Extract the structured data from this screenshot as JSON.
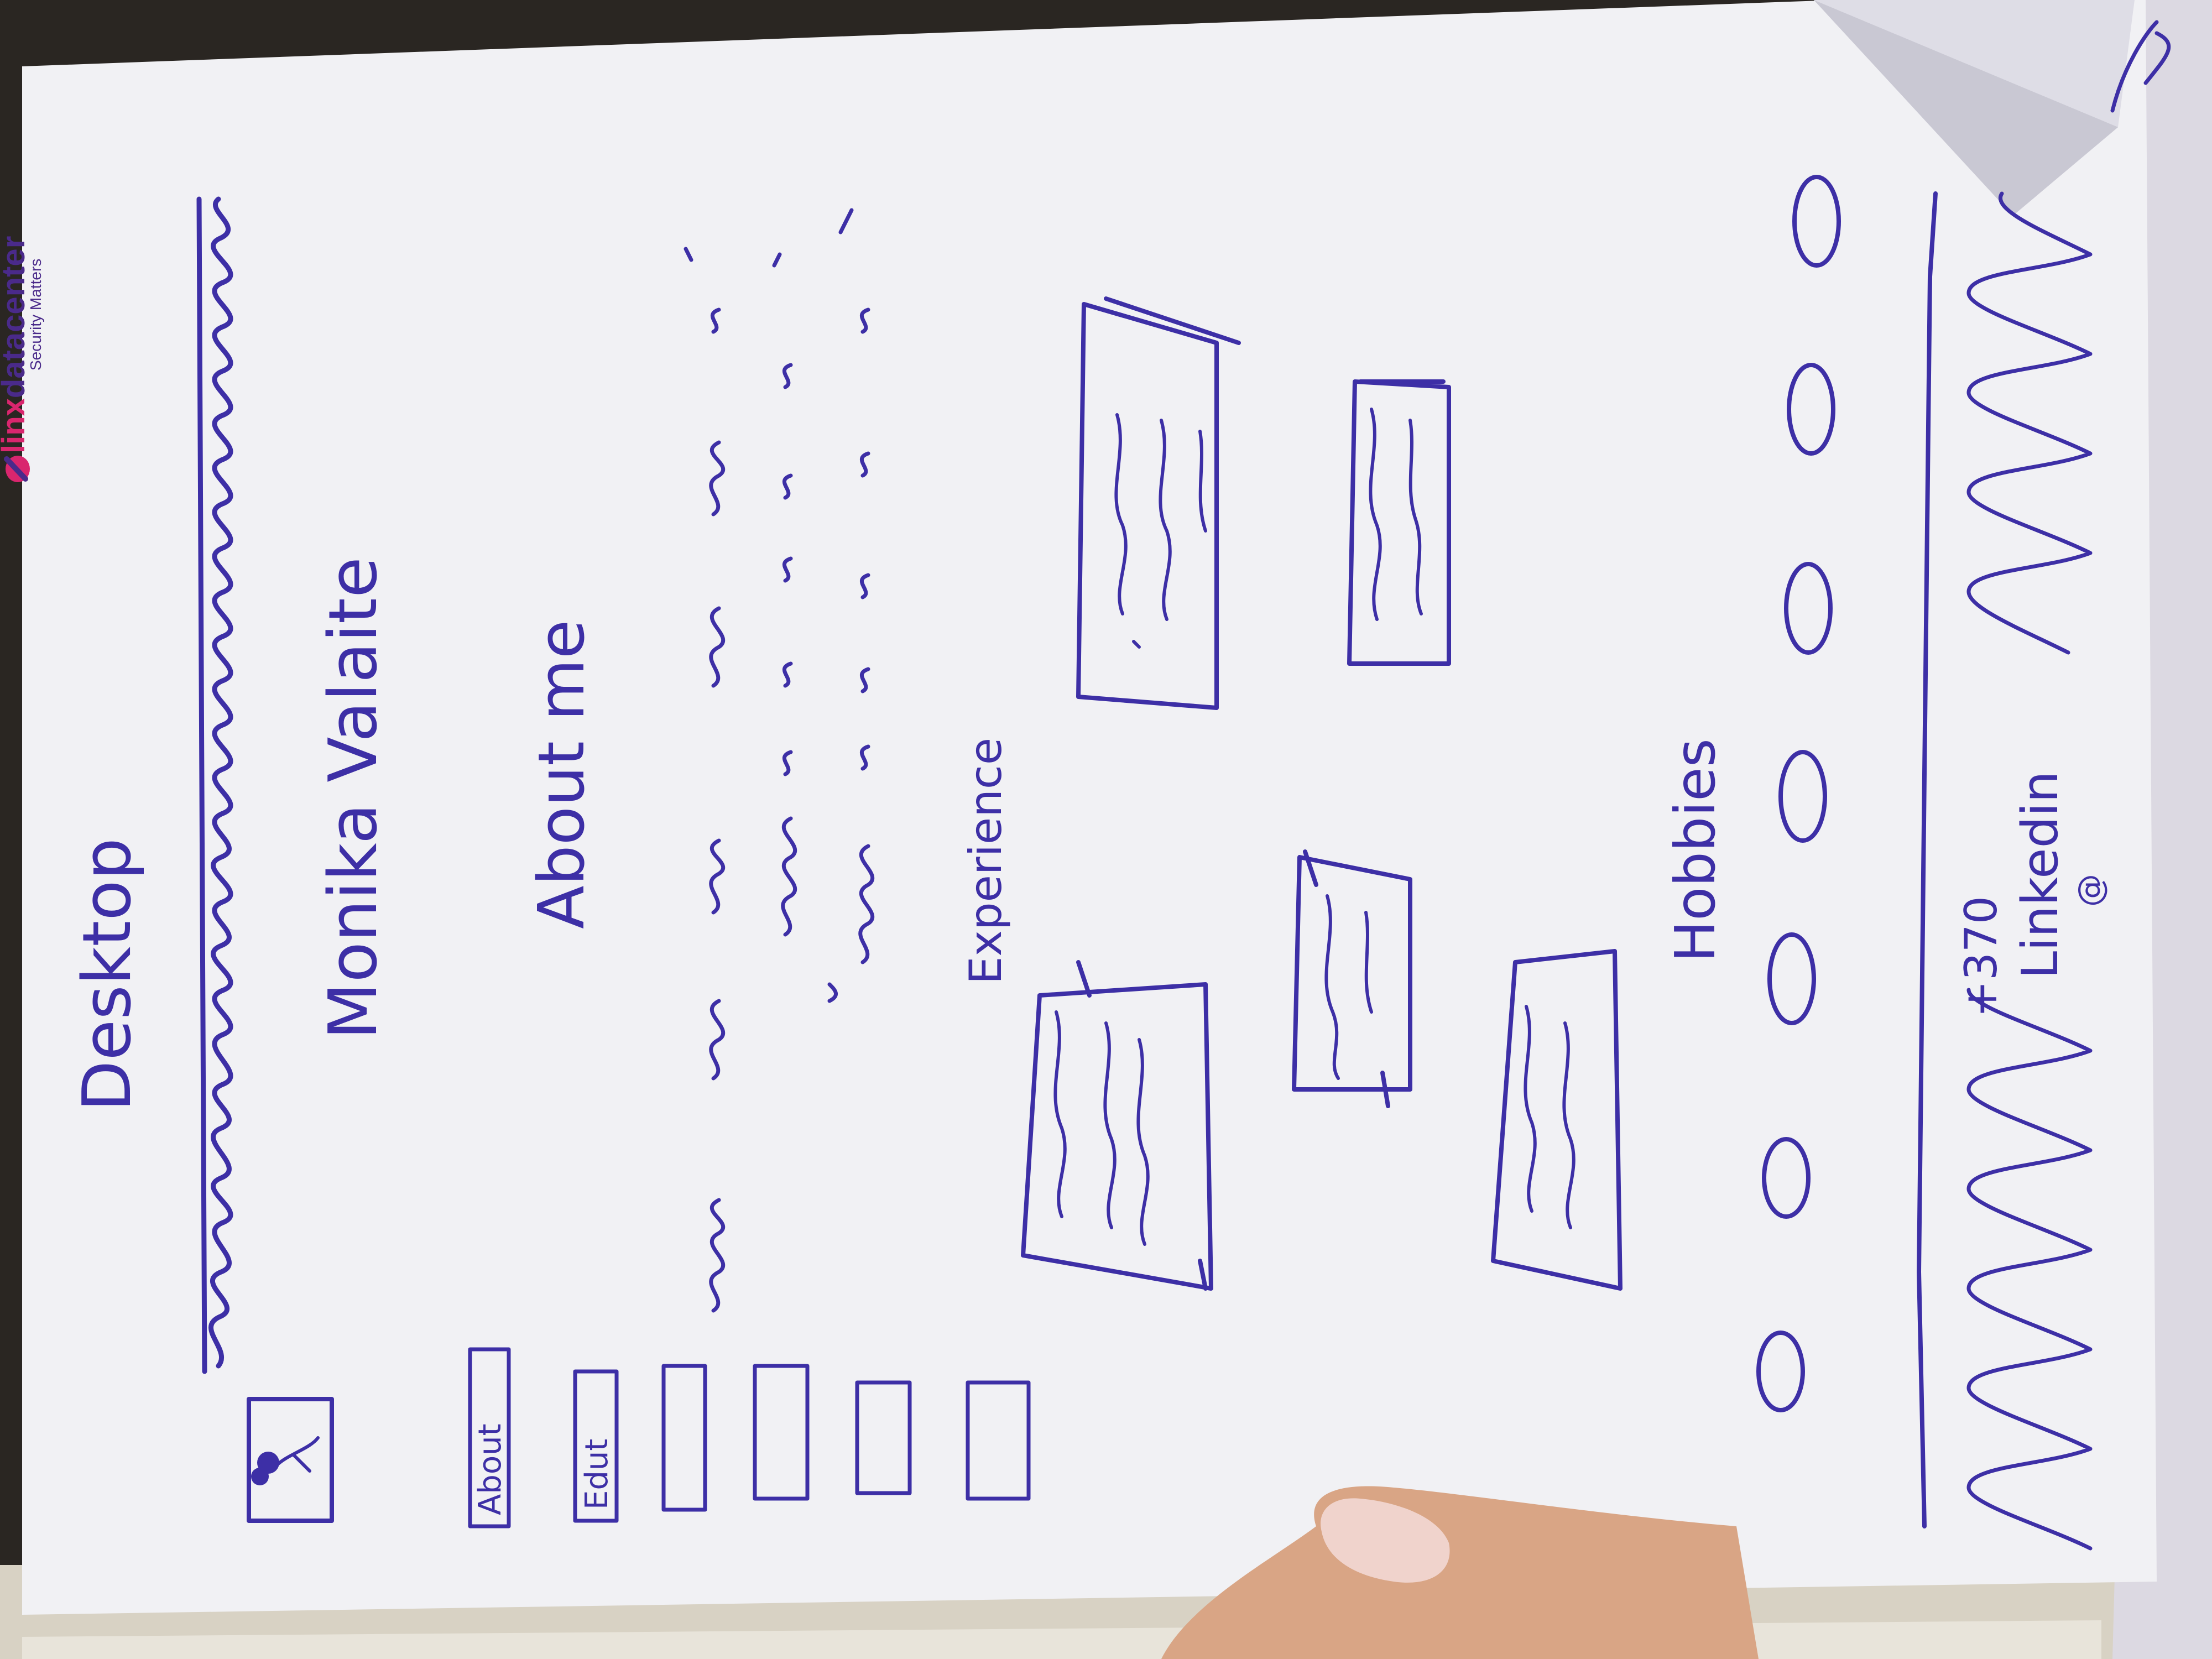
{
  "colors": {
    "ink": "#3d2fa6",
    "paper": "#f1f1f4",
    "logo_pink": "#d9266e",
    "logo_purple": "#4a2a8a",
    "background": "#2a2622"
  },
  "logo": {
    "brand_part1": "linx",
    "brand_part2": "datacenter",
    "tagline": "Security Matters",
    "icon": "linx-swoosh-icon"
  },
  "sketch": {
    "page_label": "Desktop",
    "header": {
      "name": "Monika Valaite",
      "logo_icon": "tree-icon"
    },
    "nav": {
      "items": [
        {
          "label": "About"
        },
        {
          "label": "Edut"
        },
        {
          "label": ""
        },
        {
          "label": ""
        },
        {
          "label": ""
        },
        {
          "label": ""
        }
      ]
    },
    "sections": {
      "about_title": "About me",
      "experience_title": "Experience",
      "hobbies_title": "Hobbies",
      "hobby_icon_count": 7
    },
    "footer": {
      "phone": "+370",
      "linkedin": "Linkedin",
      "at_sign": "@"
    }
  }
}
